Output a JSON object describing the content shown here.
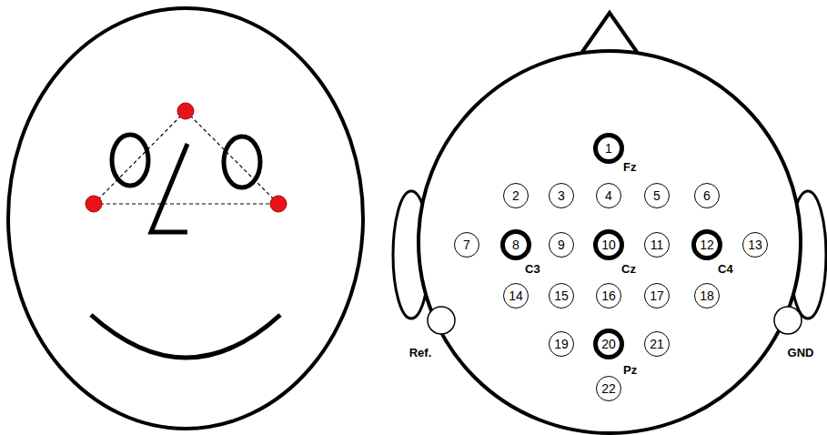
{
  "diagram": {
    "nodes": [
      {
        "text": [
          "1",
          "Fz"
        ]
      },
      {
        "text": [
          "2"
        ]
      },
      {
        "text": [
          "3"
        ]
      },
      {
        "text": [
          "4"
        ]
      },
      {
        "text": [
          "5"
        ]
      },
      {
        "text": [
          "6"
        ]
      },
      {
        "text": [
          "7"
        ]
      },
      {
        "text": [
          "8",
          "C3"
        ]
      },
      {
        "text": [
          "9"
        ]
      },
      {
        "text": [
          "10",
          "Cz"
        ]
      },
      {
        "text": [
          "11"
        ]
      },
      {
        "text": [
          "12",
          "C4"
        ]
      },
      {
        "text": [
          "13"
        ]
      },
      {
        "text": [
          "14"
        ]
      },
      {
        "text": [
          "15"
        ]
      },
      {
        "text": [
          "16"
        ]
      },
      {
        "text": [
          "17"
        ]
      },
      {
        "text": [
          "18"
        ]
      },
      {
        "text": [
          "19"
        ]
      },
      {
        "text": [
          "20",
          "Pz"
        ]
      },
      {
        "text": [
          "21"
        ]
      },
      {
        "text": [
          "22"
        ]
      }
    ],
    "labels": [
      "Ref.",
      "GND"
    ]
  }
}
